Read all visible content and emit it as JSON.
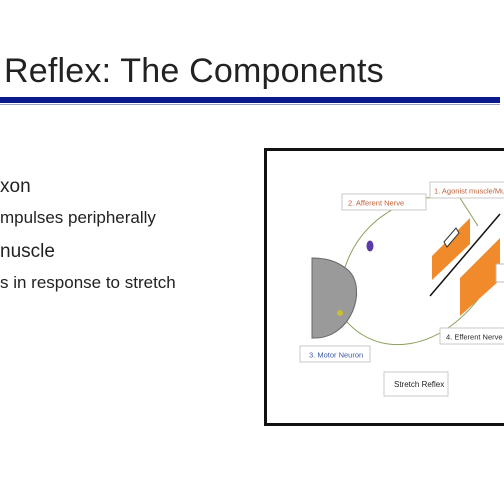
{
  "slide": {
    "title": "Reflex: The Components",
    "bullets": [
      "xon",
      "mpulses peripherally",
      "nuscle",
      "s in response to stretch"
    ]
  },
  "diagram": {
    "labels": {
      "afferent": "2. Afferent Nerve",
      "agonist": "1. Agonist muscle/Mu",
      "motor": "3. Motor Neuron",
      "efferent": "4. Efferent Nerve",
      "caption": "Stretch Reflex"
    },
    "colors": {
      "title_rule": "#0a1a8c",
      "muscle": "#f08a2a",
      "gray_matter": "#9a9a9a",
      "nerve": "#8aa05a",
      "ganglion": "#5a3aa8",
      "afferent_text": "#c0603a",
      "motor_text": "#3a58a8",
      "efferent_text": "#2a2a2a"
    }
  }
}
